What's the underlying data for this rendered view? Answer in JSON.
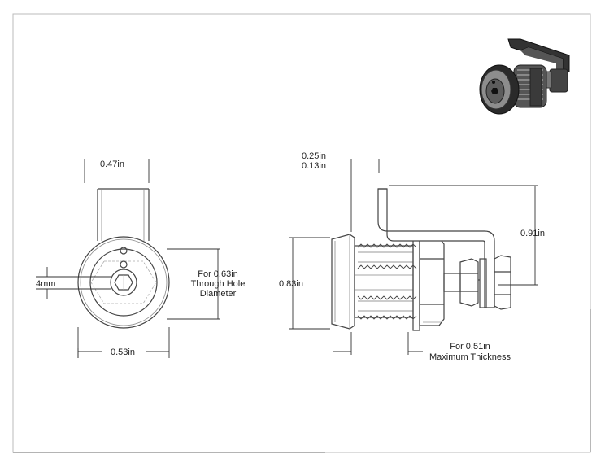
{
  "dimensions": {
    "front_top_width": "0.47in",
    "front_bottom_width": "0.53in",
    "front_hole_size": "4mm",
    "front_hole_note": [
      "For 0.63in",
      "Through Hole",
      "Diameter"
    ],
    "side_top_a": "0.25in",
    "side_top_b": "0.13in",
    "side_height": "0.83in",
    "side_cam_height": "0.91in",
    "side_thickness_note": [
      "For 0.51in",
      "Maximum Thickness"
    ]
  },
  "colors": {
    "line": "#444444",
    "dim": "#333333",
    "frame": "#aaaaaa",
    "render_dark": "#2e2e2e",
    "render_light": "#9a9a9a"
  }
}
